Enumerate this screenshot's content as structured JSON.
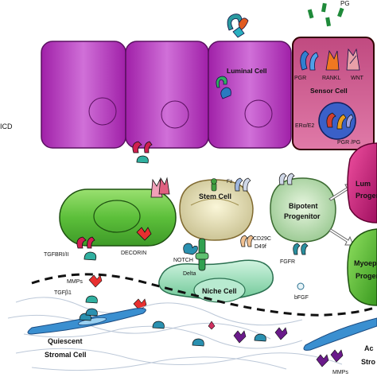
{
  "labels": {
    "pg": "PG",
    "icd": "ICD",
    "luminal_cell": "Luminal Cell",
    "pgr": "PGR",
    "rankl": "RANKL",
    "wnt": "WNT",
    "sensor_cell": "Sensor Cell",
    "er_e2": "ERα/E2",
    "pgr_pg": "PGR /PG",
    "fz": "Fz",
    "stem_cell": "Stem Cell",
    "bipotent": "Bipotent",
    "progenitor": "Progenitor",
    "luminal_prog_1": "Lum",
    "luminal_prog_2": "Progen",
    "myoep_prog_1": "Myoep",
    "myoep_prog_2": "Progen",
    "tgfbr": "TGFBRI/II",
    "decorin": "DECORIN",
    "cd29c": "CD29C",
    "d49f": "D49f",
    "notch": "NOTCH",
    "fgfr": "FGFR",
    "mmps_left": "MMPs",
    "delta": "Delta",
    "niche_cell": "Niche Cell",
    "bfgf": "bFGF",
    "tgfb1": "TGFβ1",
    "quiescent_1": "Quiescent",
    "quiescent_2": "Stromal Cell",
    "active_1": "Ac",
    "active_2": "Stro",
    "mmps_bottom": "MMPs"
  },
  "colors": {
    "luminal_cell": "#c040c8",
    "sensor_cell": "#a02060",
    "stem_cell": "#e8e0b0",
    "bipotent": "#b8e0b0",
    "niche_cell": "#a0e0b8",
    "myoepithelial": "#60c040",
    "lum_progenitor": "#d0207a",
    "stroma": "#3a8fd0"
  }
}
